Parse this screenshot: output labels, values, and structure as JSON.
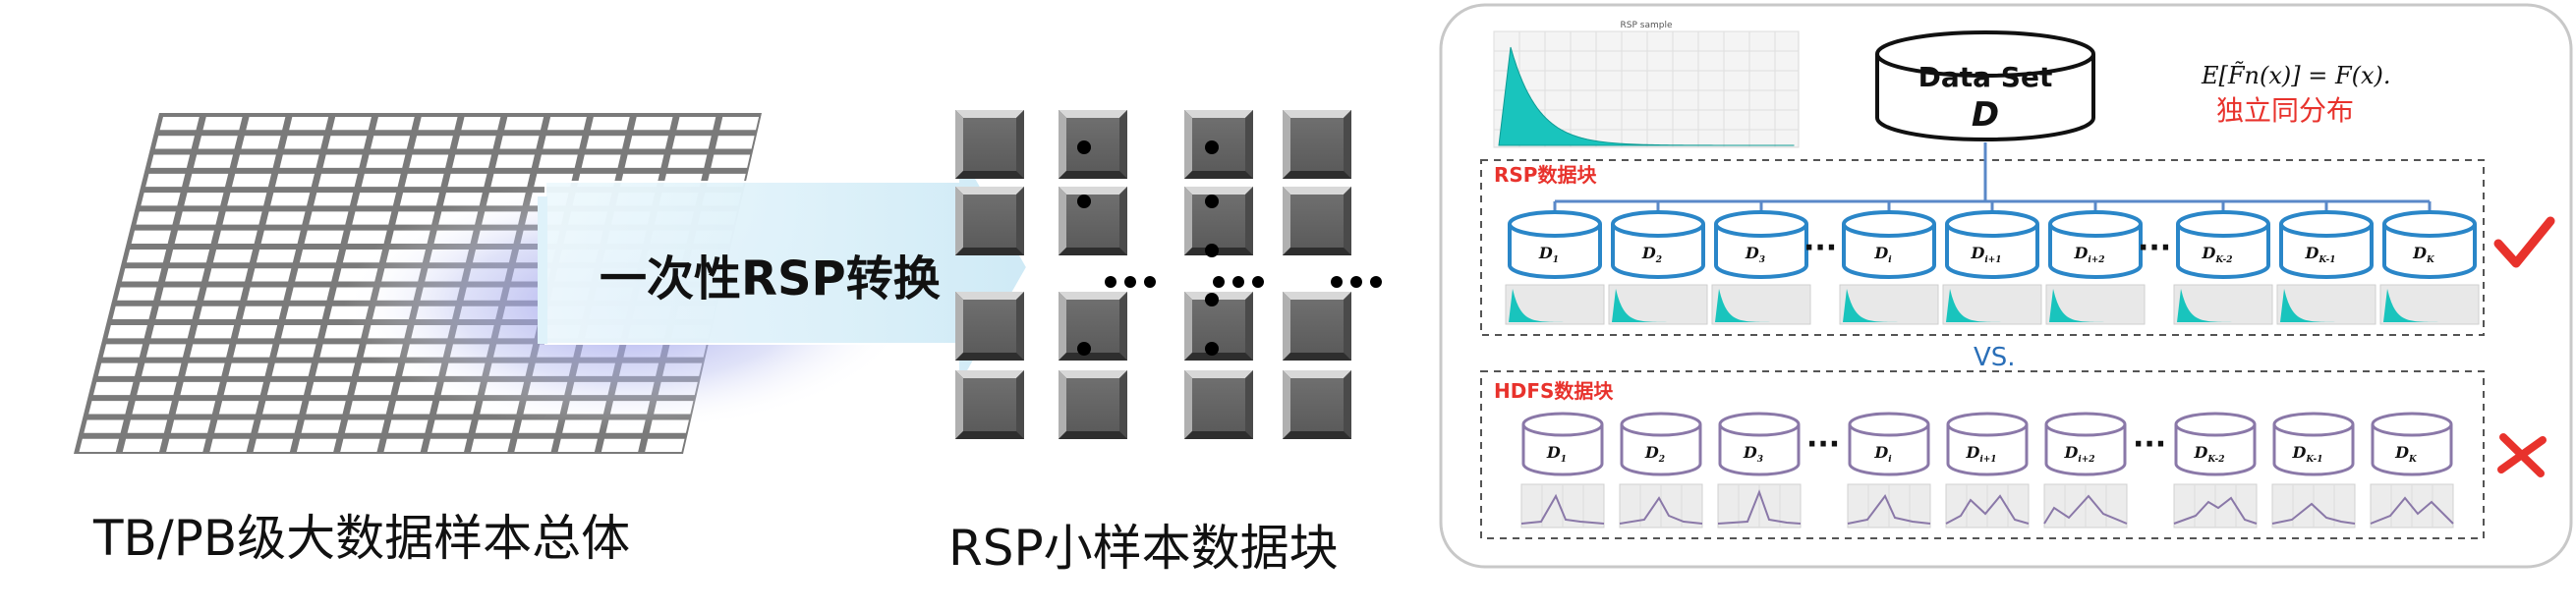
{
  "left_caption": "TB/PB级大数据样本总体",
  "arrow_label": "一次性RSP转换",
  "middle_caption": "RSP小样本数据块",
  "dataset": {
    "name": "Data Set",
    "symbol": "D",
    "formula": "E[F̃n(x)] = F(x).",
    "iid": "独立同分布",
    "hist_title": "RSP sample"
  },
  "rsp_panel": {
    "title": "RSP数据块",
    "blocks": [
      {
        "base": "D",
        "sub": "1"
      },
      {
        "base": "D",
        "sub": "2"
      },
      {
        "base": "D",
        "sub": "3"
      },
      {
        "base": "D",
        "sub": "i"
      },
      {
        "base": "D",
        "sub": "i+1"
      },
      {
        "base": "D",
        "sub": "i+2"
      },
      {
        "base": "D",
        "sub": "K-2"
      },
      {
        "base": "D",
        "sub": "K-1"
      },
      {
        "base": "D",
        "sub": "K"
      }
    ],
    "status": "check"
  },
  "vs_label": "VS.",
  "hdfs_panel": {
    "title": "HDFS数据块",
    "blocks": [
      {
        "base": "D",
        "sub": "1"
      },
      {
        "base": "D",
        "sub": "2"
      },
      {
        "base": "D",
        "sub": "3"
      },
      {
        "base": "D",
        "sub": "i"
      },
      {
        "base": "D",
        "sub": "i+1"
      },
      {
        "base": "D",
        "sub": "i+2"
      },
      {
        "base": "D",
        "sub": "K-2"
      },
      {
        "base": "D",
        "sub": "K-1"
      },
      {
        "base": "D",
        "sub": "K"
      }
    ],
    "status": "cross"
  },
  "ellipsis": "···",
  "colors": {
    "grid_gray": "#7a7a7a",
    "rsp_blue": "#2a86c8",
    "teal": "#19c4bd",
    "hdfs_purple": "#8a78a8",
    "red": "#e8322c"
  }
}
